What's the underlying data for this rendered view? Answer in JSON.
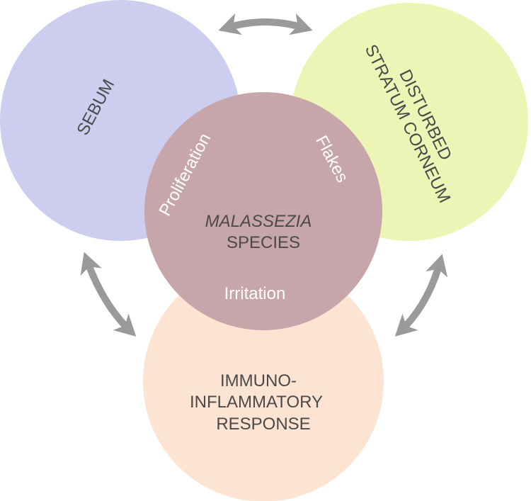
{
  "colors": {
    "sebum": "#cdcdf0",
    "stratum_corneum": "#ecf5b5",
    "immuno": "#fce3d2",
    "malassezia": "#c7a6ab",
    "arrow": "#9a9a9c"
  },
  "circles": {
    "sebum": {
      "label": "SEBUM"
    },
    "stratum_corneum": {
      "line1": "DISTURBED",
      "line2": "STRATUM CORNEUM"
    },
    "immuno": {
      "line1": "IMMUNO-",
      "line2": "INFLAMMATORY",
      "line3": "RESPONSE"
    },
    "malassezia": {
      "line1": "MALASSEZIA",
      "line2": "SPECIES"
    }
  },
  "inner_labels": {
    "proliferation": "Proliferation",
    "flakes": "Flakes",
    "irritation": "Irritation"
  },
  "arrows": [
    "sebum-stratum_corneum",
    "sebum-immuno",
    "stratum_corneum-immuno"
  ]
}
